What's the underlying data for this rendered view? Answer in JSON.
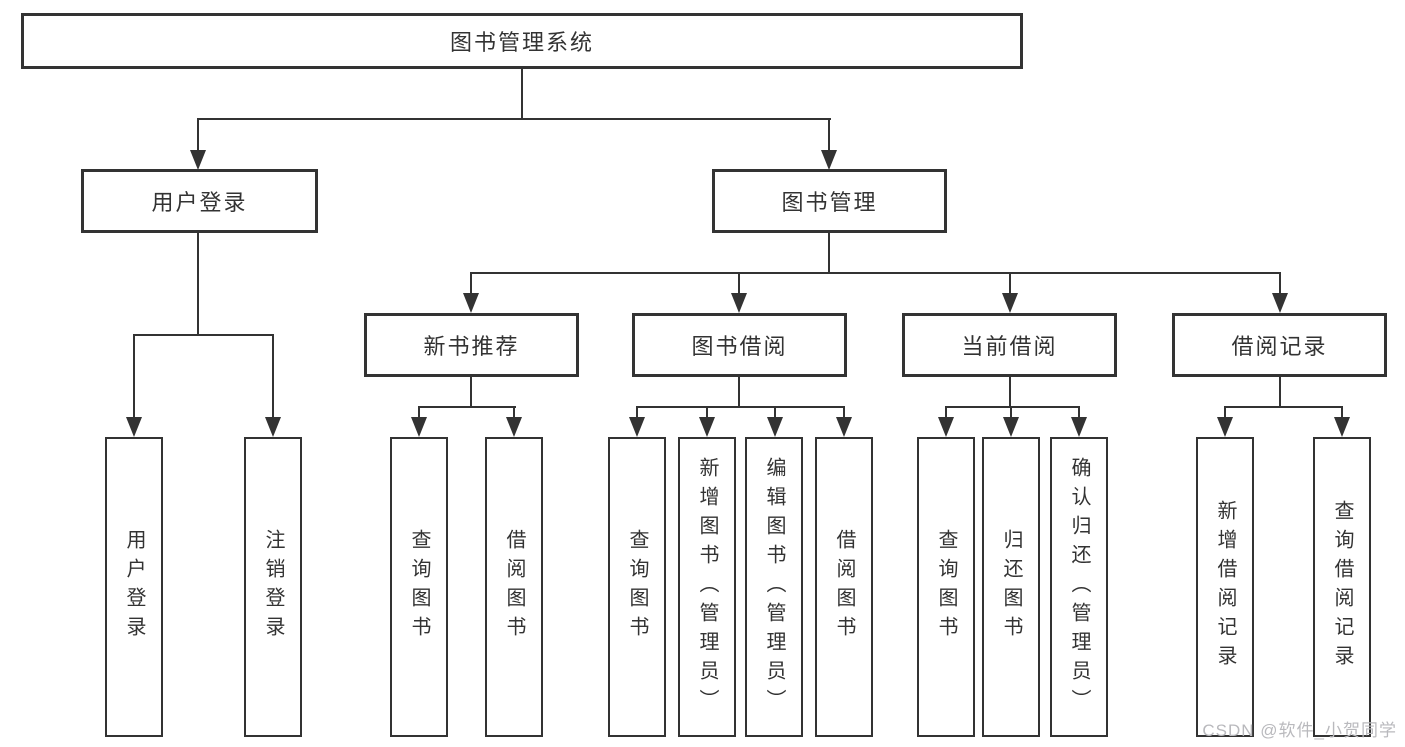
{
  "diagram": {
    "root": {
      "label": "图书管理系统"
    },
    "level2": [
      {
        "label": "用户登录"
      },
      {
        "label": "图书管理"
      }
    ],
    "level3": [
      {
        "label": "新书推荐"
      },
      {
        "label": "图书借阅"
      },
      {
        "label": "当前借阅"
      },
      {
        "label": "借阅记录"
      }
    ],
    "leaves": {
      "user_login": [
        {
          "label": "用户登录"
        },
        {
          "label": "注销登录"
        }
      ],
      "new_book_recommend": [
        {
          "label": "查询图书"
        },
        {
          "label": "借阅图书"
        }
      ],
      "book_borrow": [
        {
          "label": "查询图书"
        },
        {
          "label": "新增图书（管理员）"
        },
        {
          "label": "编辑图书（管理员）"
        },
        {
          "label": "借阅图书"
        }
      ],
      "current_borrow": [
        {
          "label": "查询图书"
        },
        {
          "label": "归还图书"
        },
        {
          "label": "确认归还（管理员）"
        }
      ],
      "borrow_records": [
        {
          "label": "新增借阅记录"
        },
        {
          "label": "查询借阅记录"
        }
      ]
    },
    "colors": {
      "line": "#333333",
      "text": "#333333",
      "background": "#ffffff",
      "watermark": "#b9b9bd"
    },
    "watermark": "CSDN @软件_小贺同学"
  }
}
